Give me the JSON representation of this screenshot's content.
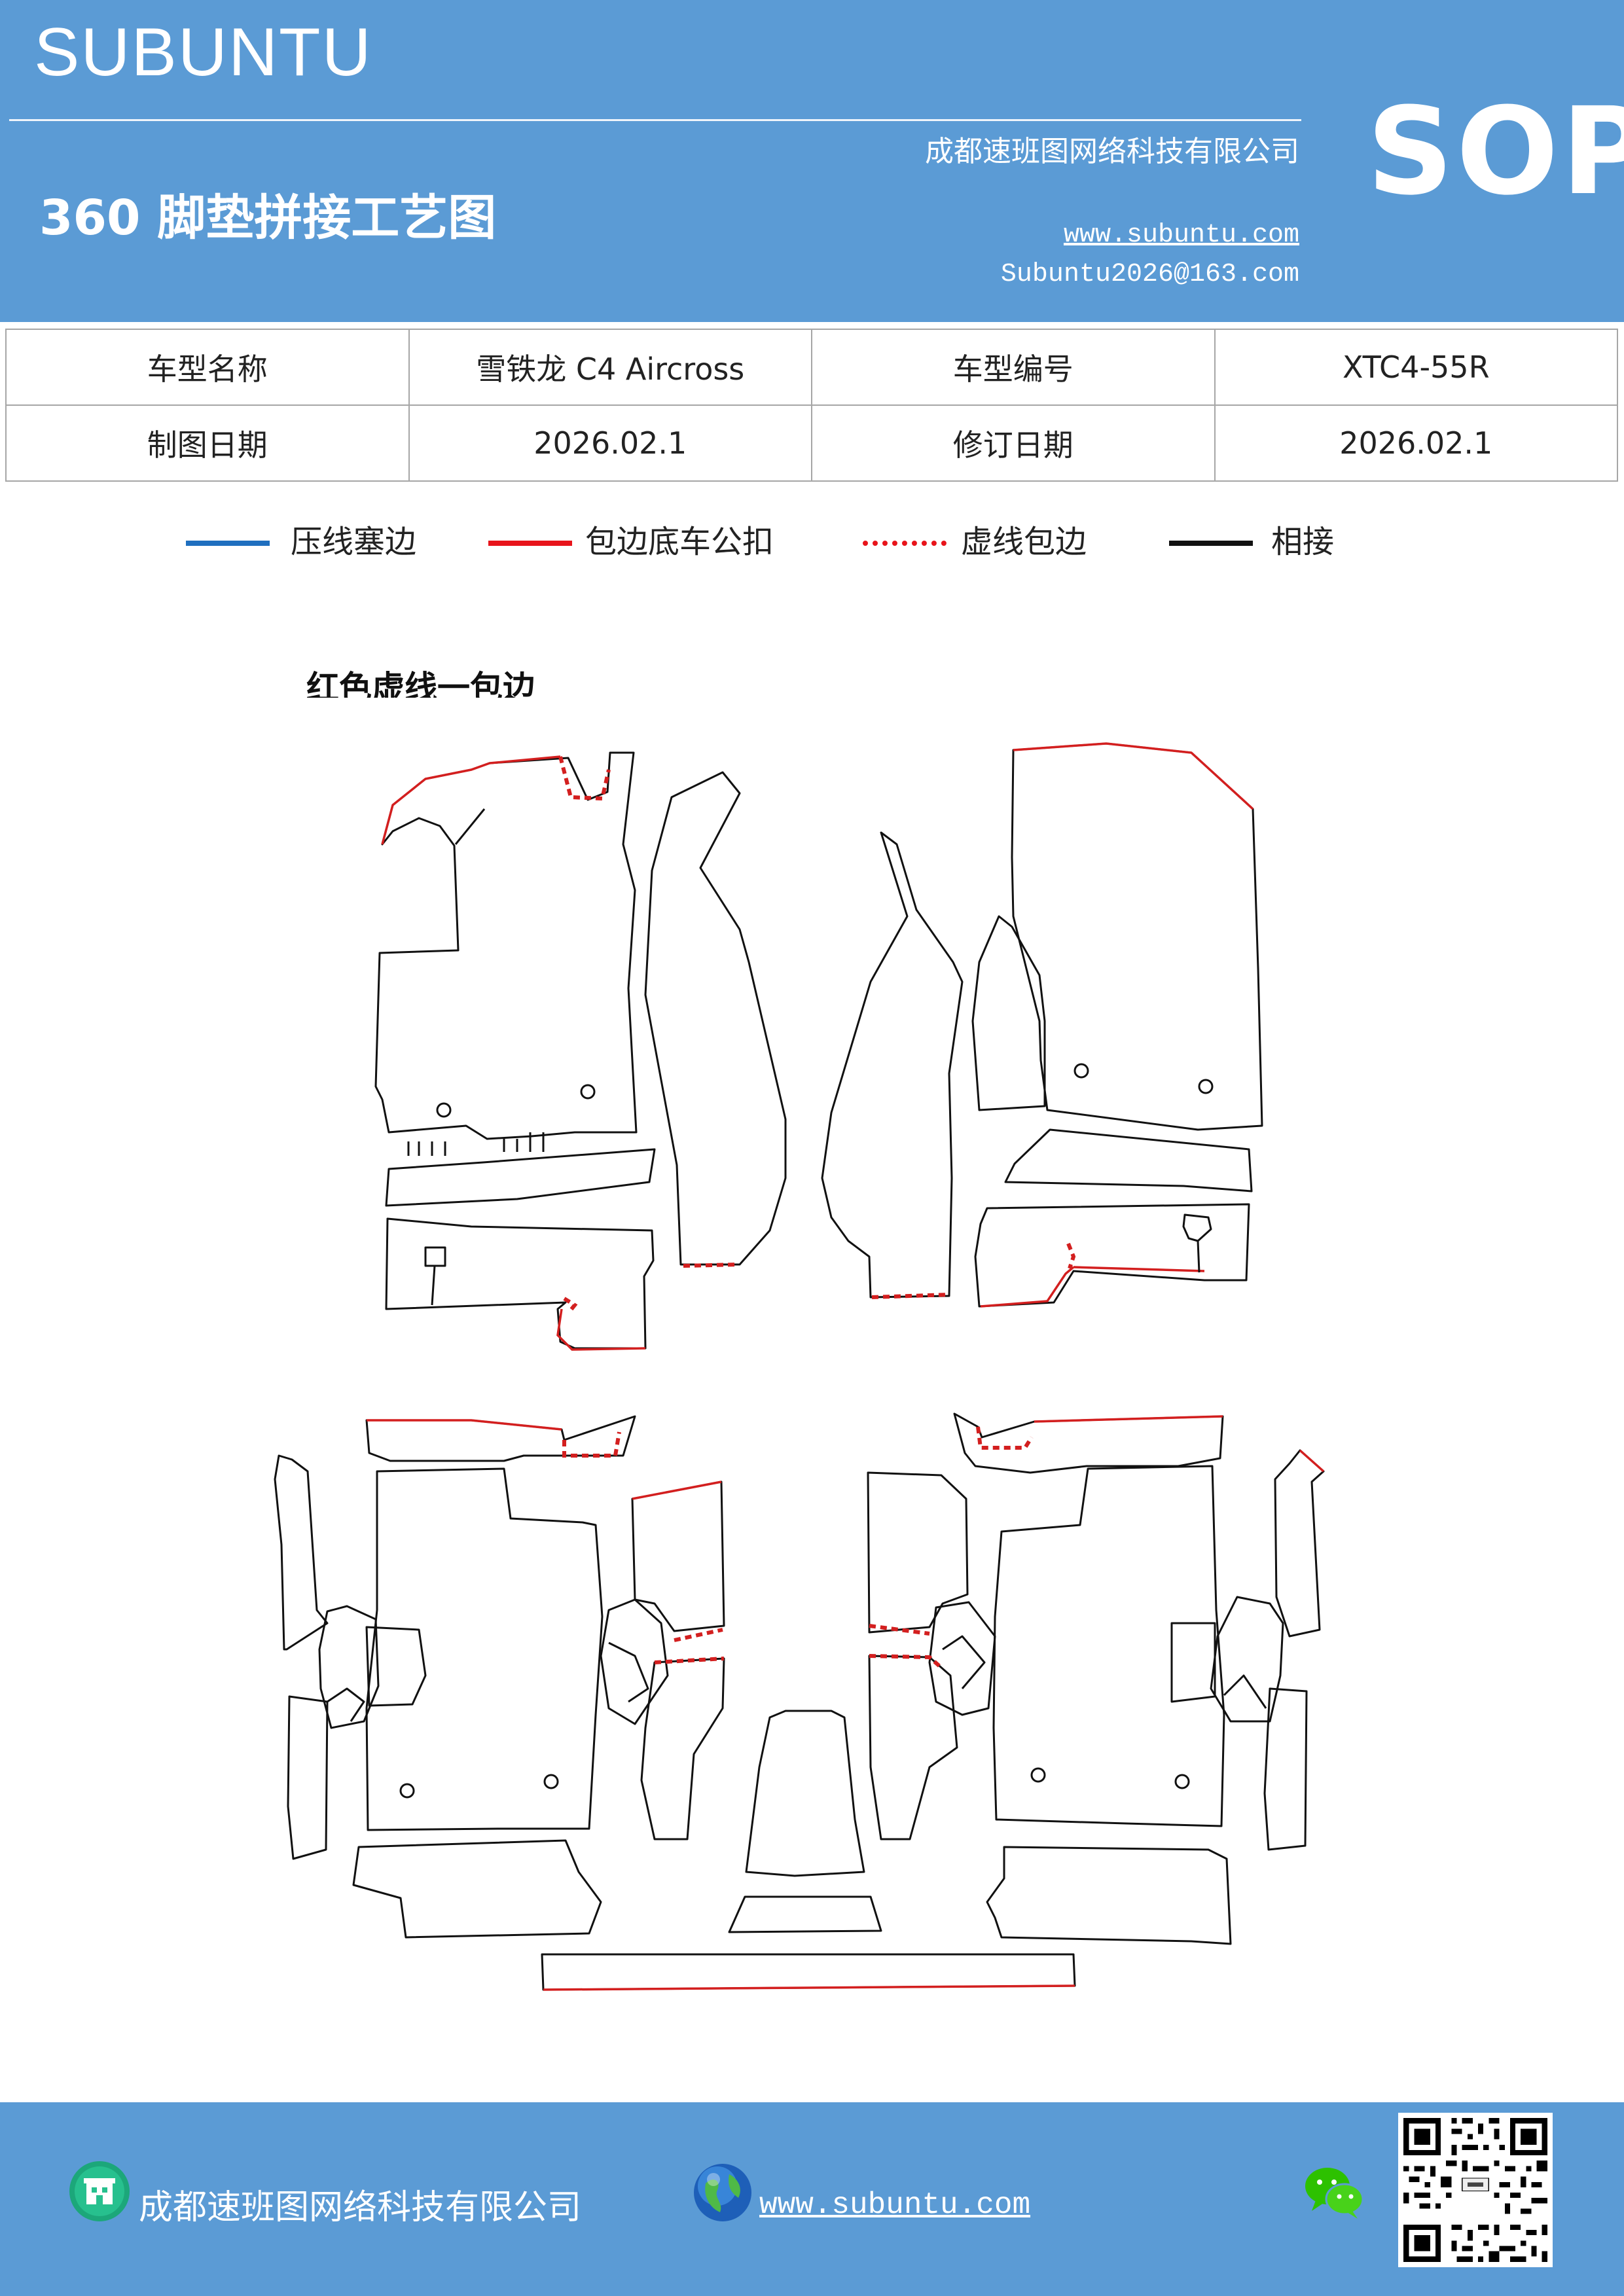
{
  "header": {
    "brand": "SUBUNTU",
    "title": "360 脚垫拼接工艺图",
    "company": "成都速班图网络科技有限公司",
    "website": "www.subuntu.com",
    "email": "Subuntu2026@163.com",
    "badge": "SOP"
  },
  "info_table": {
    "rows": [
      {
        "label1": "车型名称",
        "value1": "雪铁龙 C4  Aircross",
        "label2": "车型编号",
        "value2": "XTC4-55R"
      },
      {
        "label1": "制图日期",
        "value1": "2026.02.1",
        "label2": "修订日期",
        "value2": "2026.02.1"
      }
    ]
  },
  "legend": {
    "items": [
      {
        "label": "压线塞边",
        "color": "#1f6fbf",
        "style": "solid"
      },
      {
        "label": "包边底车公扣",
        "color": "#e8141b",
        "style": "solid"
      },
      {
        "label": "虚线包边",
        "color": "#e8141b",
        "style": "dotted"
      },
      {
        "label": "相接",
        "color": "#111111",
        "style": "solid"
      }
    ]
  },
  "diagram": {
    "partial_note": "红色虚线一包边"
  },
  "footer": {
    "company": "成都速班图网络科技有限公司",
    "website": "www.subuntu.com"
  },
  "colors": {
    "header_bg": "#5b9bd5",
    "footer_bg": "#5b9bd5"
  },
  "icons": [
    "building-icon",
    "globe-icon",
    "wechat-icon",
    "qr-code"
  ]
}
